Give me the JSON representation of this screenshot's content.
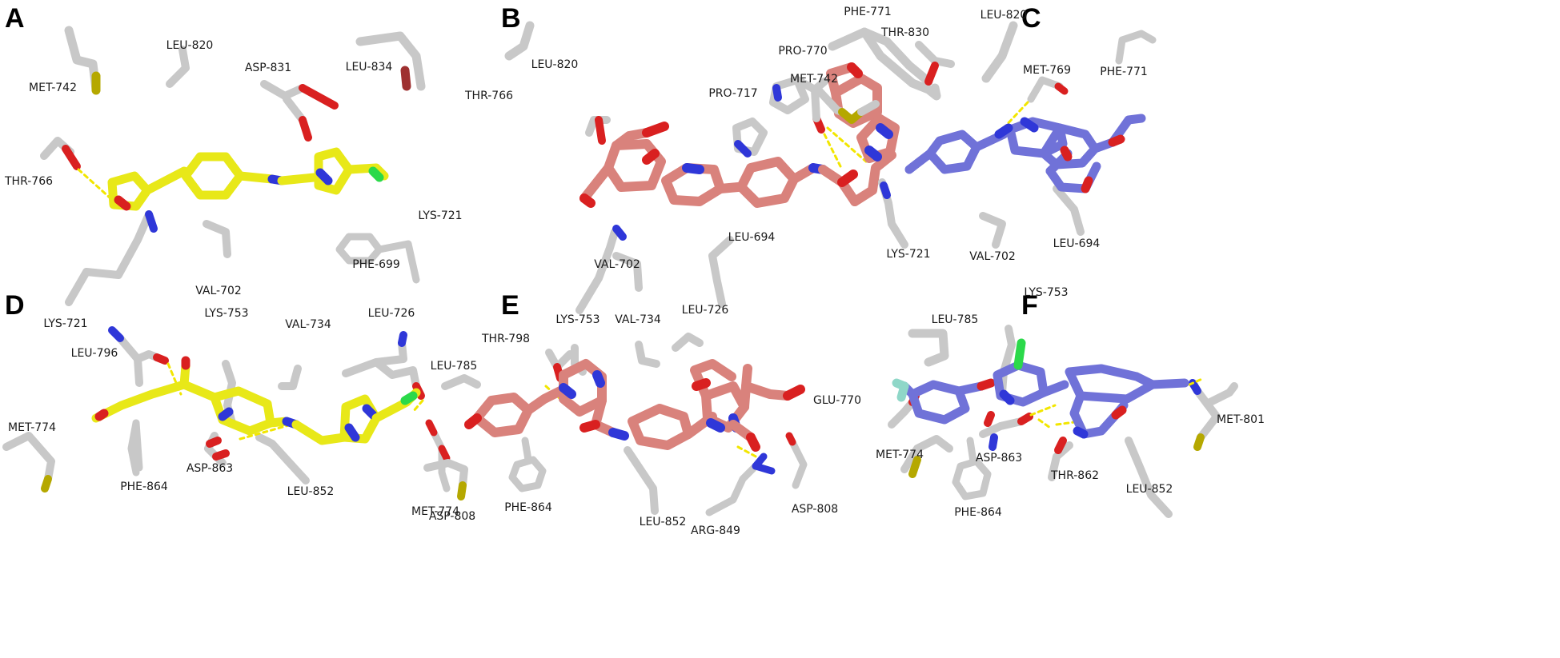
{
  "colors": {
    "protein": "#c8c8c8",
    "protein_shadow": "#8c8c8c",
    "nitrogen": "#2f37d8",
    "oxygen": "#d92020",
    "sulfur": "#b5a800",
    "chlorine": "#2bd94a",
    "fluorine": "#8fd7c8",
    "hbond": "#f2e600",
    "ligand_A": "#e8e818",
    "ligand_B": "#d9827c",
    "ligand_C": "#7072d8",
    "ligand_D": "#e8e818",
    "ligand_E": "#d9827c",
    "ligand_F": "#7072d8"
  },
  "panels": [
    {
      "letter": "A",
      "ligand": "ligand_A",
      "residues": [
        "LEU-820",
        "ASP-831",
        "LEU-834",
        "MET-742",
        "THR-766",
        "PHE-699",
        "VAL-702",
        "LYS-721"
      ]
    },
    {
      "letter": "B",
      "ligand": "ligand_B",
      "residues": [
        "PHE-771",
        "PRO-770",
        "LEU-820",
        "PRO-717",
        "THR-766",
        "LYS-721",
        "LEU-694",
        "VAL-702"
      ]
    },
    {
      "letter": "C",
      "ligand": "ligand_C",
      "residues": [
        "THR-830",
        "LEU-820",
        "MET-742",
        "MET-769",
        "PHE-771",
        "LYS-721",
        "VAL-702",
        "LEU-694"
      ]
    },
    {
      "letter": "D",
      "ligand": "ligand_D",
      "residues": [
        "LYS-753",
        "LEU-726",
        "VAL-734",
        "LEU-796",
        "MET-774",
        "PHE-864",
        "ASP-863",
        "LEU-852",
        "ASP-808"
      ]
    },
    {
      "letter": "E",
      "ligand": "ligand_E",
      "residues": [
        "THR-798",
        "LYS-753",
        "VAL-734",
        "LEU-726",
        "LEU-785",
        "MET-774",
        "PHE-864",
        "LEU-852",
        "ARG-849",
        "ASP-808"
      ]
    },
    {
      "letter": "F",
      "ligand": "ligand_F",
      "residues": [
        "LYS-753",
        "LEU-785",
        "GLU-770",
        "MET-801",
        "MET-774",
        "ASP-863",
        "THR-862",
        "LEU-852",
        "PHE-864"
      ]
    }
  ]
}
